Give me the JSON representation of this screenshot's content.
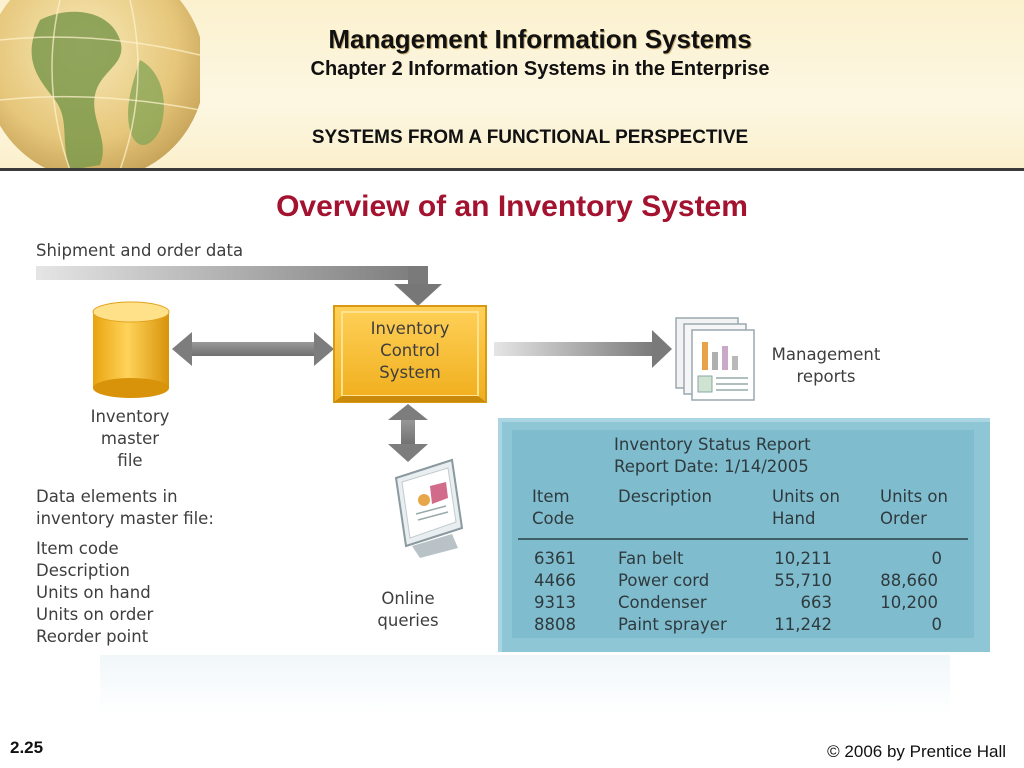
{
  "header": {
    "course_title": "Management Information Systems",
    "chapter_title": "Chapter 2 Information Systems in the Enterprise",
    "section_title": "SYSTEMS FROM A FUNCTIONAL PERSPECTIVE"
  },
  "slide_title": "Overview of an Inventory System",
  "diagram": {
    "input_label": "Shipment and order data",
    "control_system_lines": [
      "Inventory",
      "Control",
      "System"
    ],
    "master_file_lines": [
      "Inventory",
      "master",
      "file"
    ],
    "data_elements_heading": [
      "Data elements in",
      "inventory master file:"
    ],
    "data_elements": [
      "Item code",
      "Description",
      "Units on hand",
      "Units on order",
      "Reorder point"
    ],
    "reports_lines": [
      "Management",
      "reports"
    ],
    "queries_lines": [
      "Online",
      "queries"
    ]
  },
  "report": {
    "title_lines": [
      "Inventory Status Report",
      "Report Date: 1/14/2005"
    ],
    "columns": [
      [
        "Item",
        "Code"
      ],
      [
        "Description",
        ""
      ],
      [
        "Units on",
        "Hand"
      ],
      [
        "Units on",
        "Order"
      ]
    ],
    "rows": [
      [
        "6361",
        "Fan belt",
        "10,211",
        "0"
      ],
      [
        "4466",
        "Power cord",
        "55,710",
        "88,660"
      ],
      [
        "9313",
        "Condenser",
        "663",
        "10,200"
      ],
      [
        "8808",
        "Paint sprayer",
        "11,242",
        "0"
      ]
    ]
  },
  "footer": {
    "slide_number": "2.25",
    "copyright": "© 2006 by Prentice Hall"
  },
  "colors": {
    "title_red": "#a3122e",
    "box_gold": "#f2b521",
    "panel_blue": "#8ec6d6",
    "arrow_gray": "#7d7d7d"
  }
}
